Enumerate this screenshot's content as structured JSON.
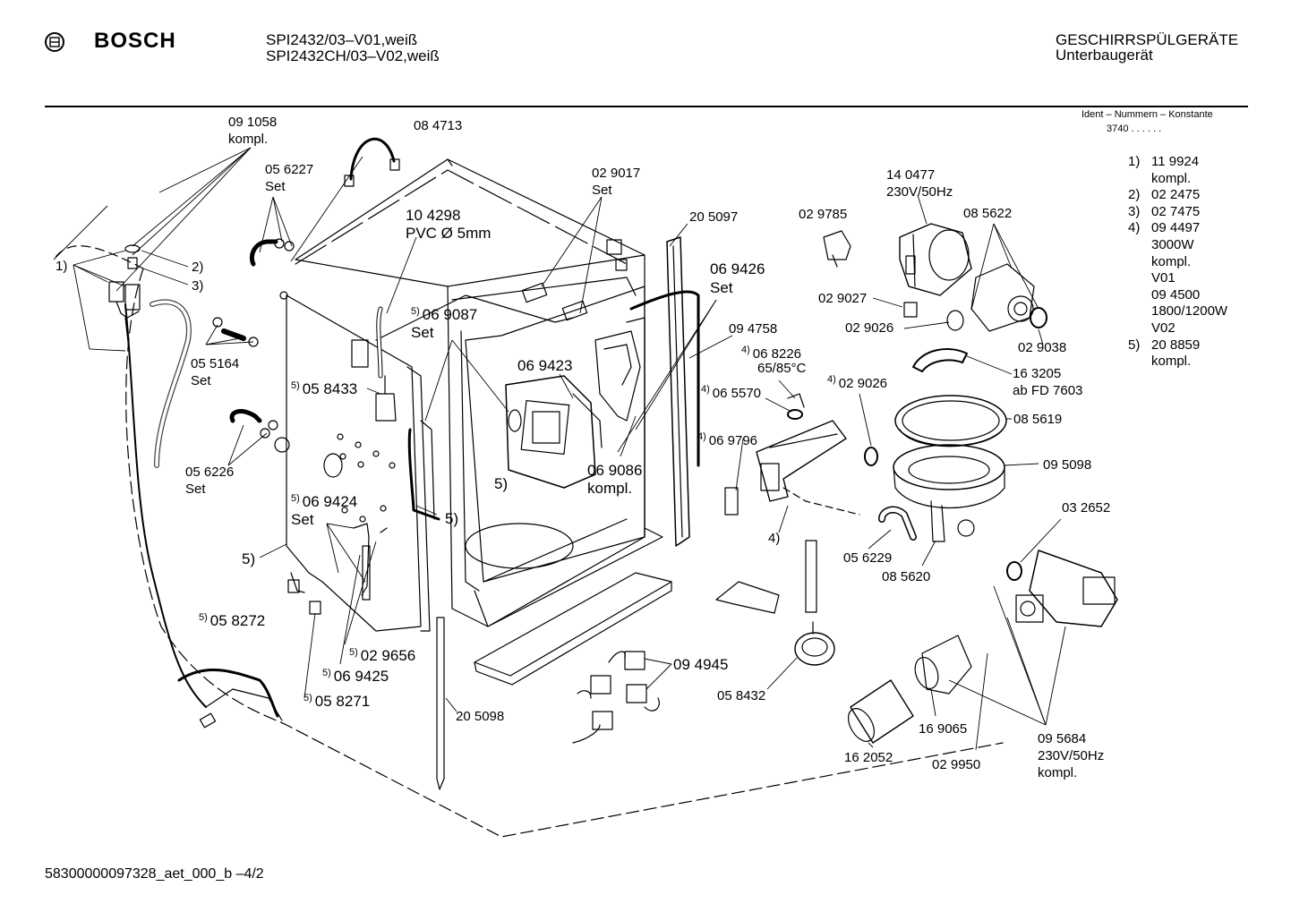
{
  "header": {
    "brand": "BOSCH",
    "model_line1": "SPI2432/03–V01,weiß",
    "model_line2": "SPI2432CH/03–V02,weiß",
    "category_line1": "GESCHIRRSPÜLGERÄTE",
    "category_line2": "Unterbaugerät"
  },
  "ident": {
    "heading": "Ident – Nummern – Konstante",
    "value": "3740 . .  . . . ."
  },
  "notes": [
    {
      "key": "1)",
      "lines": [
        "11 9924",
        "kompl."
      ]
    },
    {
      "key": "2)",
      "lines": [
        "02 2475"
      ]
    },
    {
      "key": "3)",
      "lines": [
        "02 7475"
      ]
    },
    {
      "key": "4)",
      "lines": [
        "09 4497",
        "3000W",
        "kompl.",
        "V01",
        "09 4500",
        "1800/1200W",
        "V02"
      ]
    },
    {
      "key": "5)",
      "lines": [
        "20 8859",
        "kompl."
      ]
    }
  ],
  "labels": {
    "p091058": "09 1058",
    "p091058_b": "kompl.",
    "p084713": "08 4713",
    "p056227": "05 6227",
    "p056227_b": "Set",
    "p104298": "10 4298",
    "p104298_b": "PVC Ø 5mm",
    "p029017": "02 9017",
    "p029017_b": "Set",
    "p205097": "20 5097",
    "p029785": "02 9785",
    "p140477": "14 0477",
    "p140477_b": "230V/50Hz",
    "p085622": "08 5622",
    "n1": "1)",
    "n2": "2)",
    "n3": "3)",
    "p055164": "05 5164",
    "p055164_b": "Set",
    "p069087": "06 9087",
    "p069087_b": "Set",
    "p069426": "06 9426",
    "p069426_b": "Set",
    "p094758": "09 4758",
    "p068226": "06 8226",
    "p068226_b": "65/85°C",
    "p029027": "02 9027",
    "p029026a": "02 9026",
    "p029038": "02 9038",
    "p058433": "05 8433",
    "p069423": "06 9423",
    "p065570": "06 5570",
    "p029026b": "02 9026",
    "p163205": "16 3205",
    "p163205_b": "ab FD 7603",
    "p069796": "06 9796",
    "p085619": "08 5619",
    "p056226": "05 6226",
    "p056226_b": "Set",
    "p069086": "06 9086",
    "p069086_b": "kompl.",
    "p095098": "09 5098",
    "p069424": "06 9424",
    "p069424_b": "Set",
    "n5a": "5)",
    "n5b": "5)",
    "n5c": "5)",
    "n4": "4)",
    "p032652": "03 2652",
    "p056229": "05 6229",
    "p085620": "08 5620",
    "p058272": "05 8272",
    "p029656": "02 9656",
    "p069425": "06 9425",
    "p058271": "05 8271",
    "p094945": "09 4945",
    "p058432": "05 8432",
    "p205098": "20 5098",
    "p169065": "16 9065",
    "p095684": "09 5684",
    "p095684_b": "230V/50Hz",
    "p095684_c": "kompl.",
    "p162052": "16 2052",
    "p029950": "02 9950",
    "sup4": "4)",
    "sup5": "5)"
  },
  "footer": {
    "doc_id": "58300000097328_aet_000_b  –4/2"
  }
}
